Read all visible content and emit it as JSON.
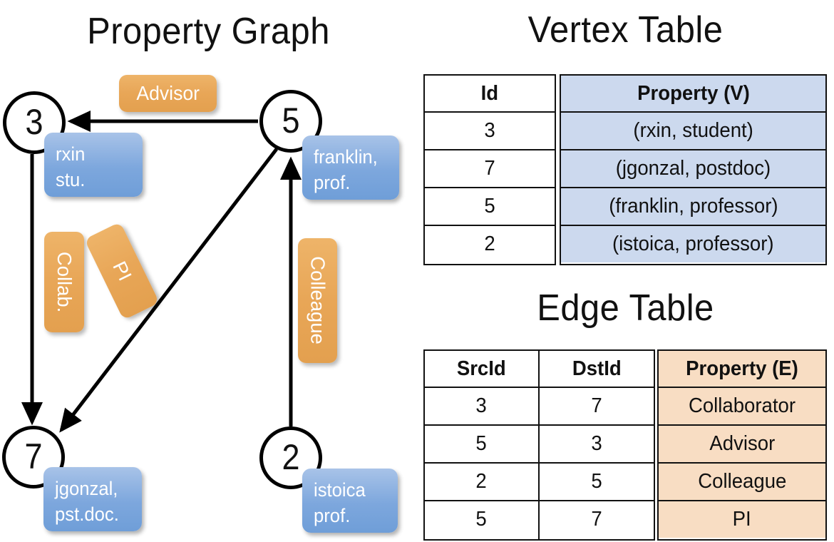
{
  "titles": {
    "property_graph": "Property Graph",
    "vertex_table": "Vertex Table",
    "edge_table": "Edge Table"
  },
  "graph": {
    "nodes": [
      {
        "id": "3",
        "property_lines": [
          "rxin",
          "stu."
        ]
      },
      {
        "id": "5",
        "property_lines": [
          "franklin,",
          "prof."
        ]
      },
      {
        "id": "7",
        "property_lines": [
          "jgonzal,",
          "pst.doc."
        ]
      },
      {
        "id": "2",
        "property_lines": [
          "istoica",
          "prof."
        ]
      }
    ],
    "edge_labels": [
      {
        "label": "Advisor",
        "orientation": "horizontal"
      },
      {
        "label": "Collab.",
        "orientation": "vertical"
      },
      {
        "label": "PI",
        "orientation": "rotated"
      },
      {
        "label": "Colleague",
        "orientation": "vertical"
      }
    ]
  },
  "vertex_table": {
    "headers": [
      "Id",
      "Property (V)"
    ],
    "rows": [
      {
        "id": "3",
        "property": "(rxin, student)"
      },
      {
        "id": "7",
        "property": "(jgonzal, postdoc)"
      },
      {
        "id": "5",
        "property": "(franklin, professor)"
      },
      {
        "id": "2",
        "property": "(istoica, professor)"
      }
    ]
  },
  "edge_table": {
    "headers": [
      "SrcId",
      "DstId",
      "Property (E)"
    ],
    "rows": [
      {
        "src": "3",
        "dst": "7",
        "property": "Collaborator"
      },
      {
        "src": "5",
        "dst": "3",
        "property": "Advisor"
      },
      {
        "src": "2",
        "dst": "5",
        "property": "Colleague"
      },
      {
        "src": "5",
        "dst": "7",
        "property": "PI"
      }
    ]
  },
  "colors": {
    "node_property_blue": "#7da7dd",
    "edge_label_orange": "#e8a657",
    "vertex_table_fill": "#ccd9ee",
    "edge_table_fill": "#f8ddc3",
    "stroke": "#111111"
  }
}
